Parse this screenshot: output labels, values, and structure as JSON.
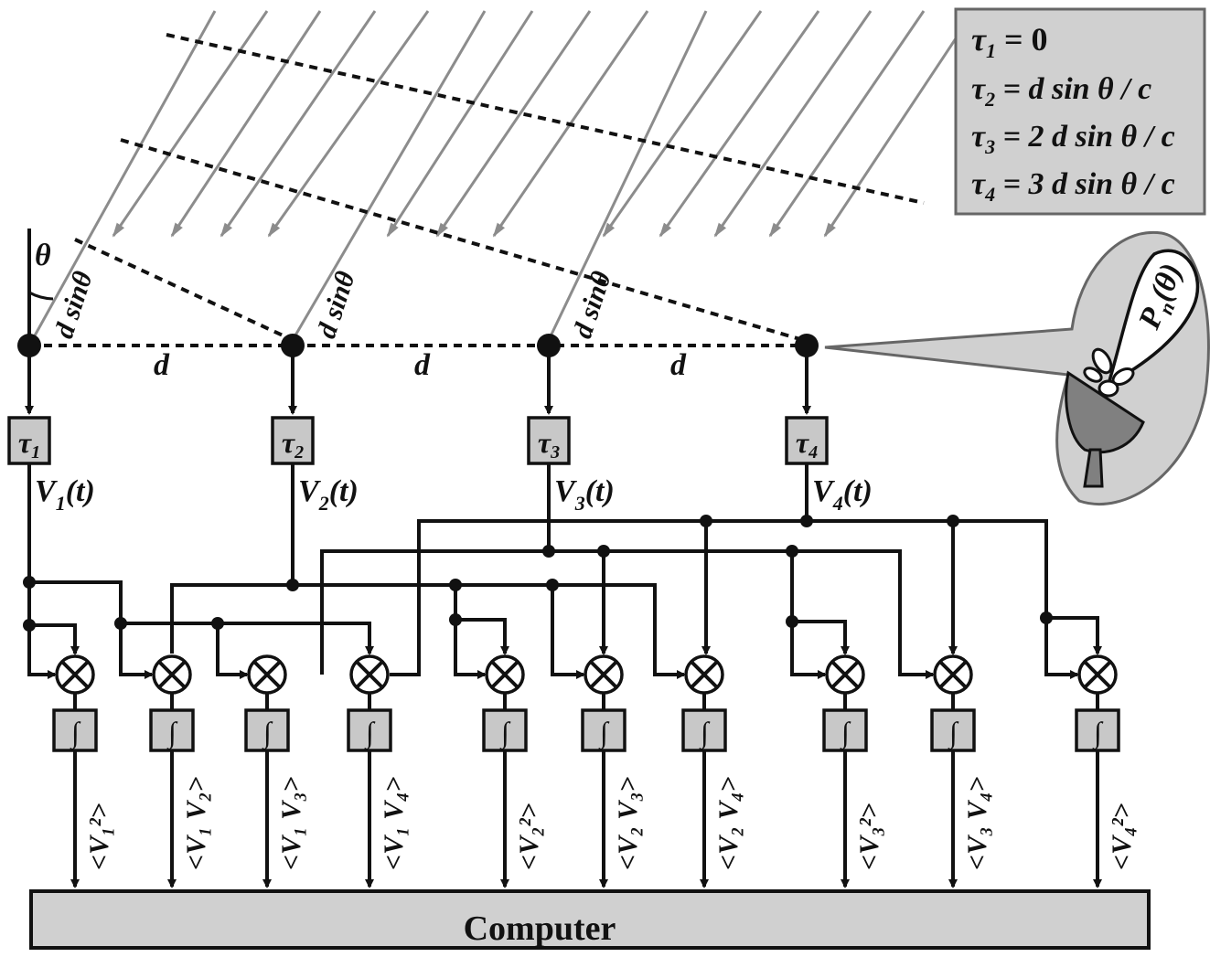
{
  "legend": {
    "lines": [
      {
        "sym": "τ",
        "sub": "1",
        "rhs": " = 0"
      },
      {
        "sym": "τ",
        "sub": "2",
        "rhs": " = d sin θ / c"
      },
      {
        "sym": "τ",
        "sub": "3",
        "rhs": " = 2 d sin θ / c"
      },
      {
        "sym": "τ",
        "sub": "4",
        "rhs": " = 3 d sin θ / c"
      }
    ]
  },
  "geometry_labels": {
    "theta": "θ",
    "d_sin_theta": "d sinθ",
    "spacing": "d"
  },
  "delay_blocks": [
    {
      "sym": "τ",
      "sub": "1"
    },
    {
      "sym": "τ",
      "sub": "2"
    },
    {
      "sym": "τ",
      "sub": "3"
    },
    {
      "sym": "τ",
      "sub": "4"
    }
  ],
  "signals": [
    {
      "sym": "V",
      "sub": "1",
      "arg": "(t)"
    },
    {
      "sym": "V",
      "sub": "2",
      "arg": "(t)"
    },
    {
      "sym": "V",
      "sub": "3",
      "arg": "(t)"
    },
    {
      "sym": "V",
      "sub": "4",
      "arg": "(t)"
    }
  ],
  "integrator_symbol": "∫",
  "multiplier_symbol": "⊗",
  "outputs": [
    "<V₁²>",
    "<V₁ V₂>",
    "<V₁ V₃>",
    "<V₁ V₄>",
    "<V₂²>",
    "<V₂ V₃>",
    "<V₂ V₄>",
    "<V₃²>",
    "<V₃ V₄>",
    "<V₄²>"
  ],
  "beam_label": {
    "sym": "P",
    "sub": "n",
    "arg": "(θ)"
  },
  "computer_label": "Computer",
  "icons": [
    "antenna-dish-icon",
    "beam-pattern-icon"
  ]
}
